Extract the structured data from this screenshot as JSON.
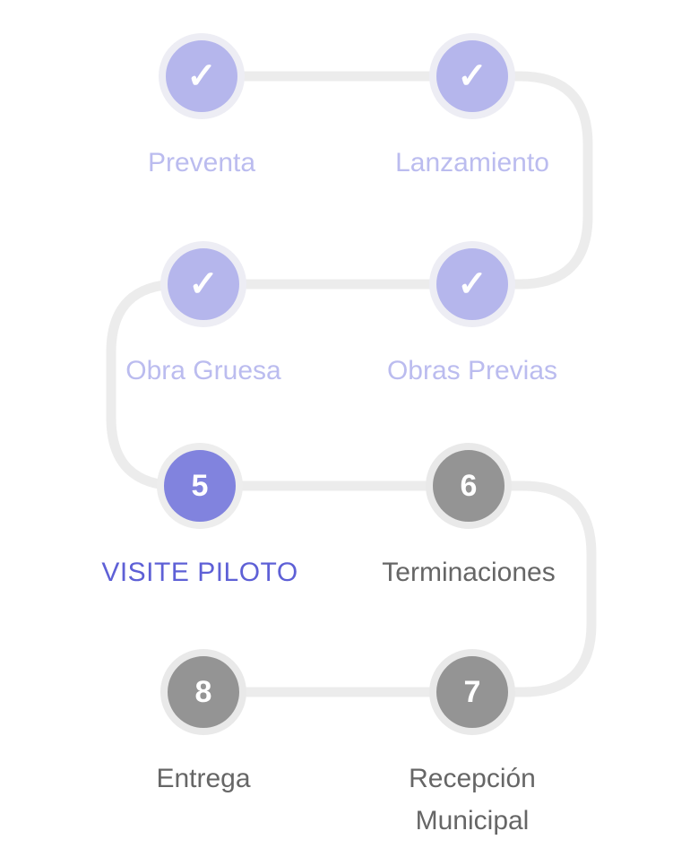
{
  "colors": {
    "background": "#ffffff",
    "path": "#ececec",
    "done_fill": "#b5b6ec",
    "done_label": "#bbbcef",
    "current_fill": "#8183de",
    "current_label": "#5e60d6",
    "todo_fill": "#949494",
    "todo_label": "#666666"
  },
  "steps": [
    {
      "label": "Preventa",
      "indicator": "✓",
      "state": "done"
    },
    {
      "label": "Lanzamiento",
      "indicator": "✓",
      "state": "done"
    },
    {
      "label": "Obras Previas",
      "indicator": "✓",
      "state": "done"
    },
    {
      "label": "Obra Gruesa",
      "indicator": "✓",
      "state": "done"
    },
    {
      "label": "VISITE PILOTO",
      "indicator": "5",
      "state": "current"
    },
    {
      "label": "Terminaciones",
      "indicator": "6",
      "state": "todo"
    },
    {
      "label": "Recepción Municipal",
      "indicator": "7",
      "state": "todo"
    },
    {
      "label": "Entrega",
      "indicator": "8",
      "state": "todo"
    }
  ]
}
